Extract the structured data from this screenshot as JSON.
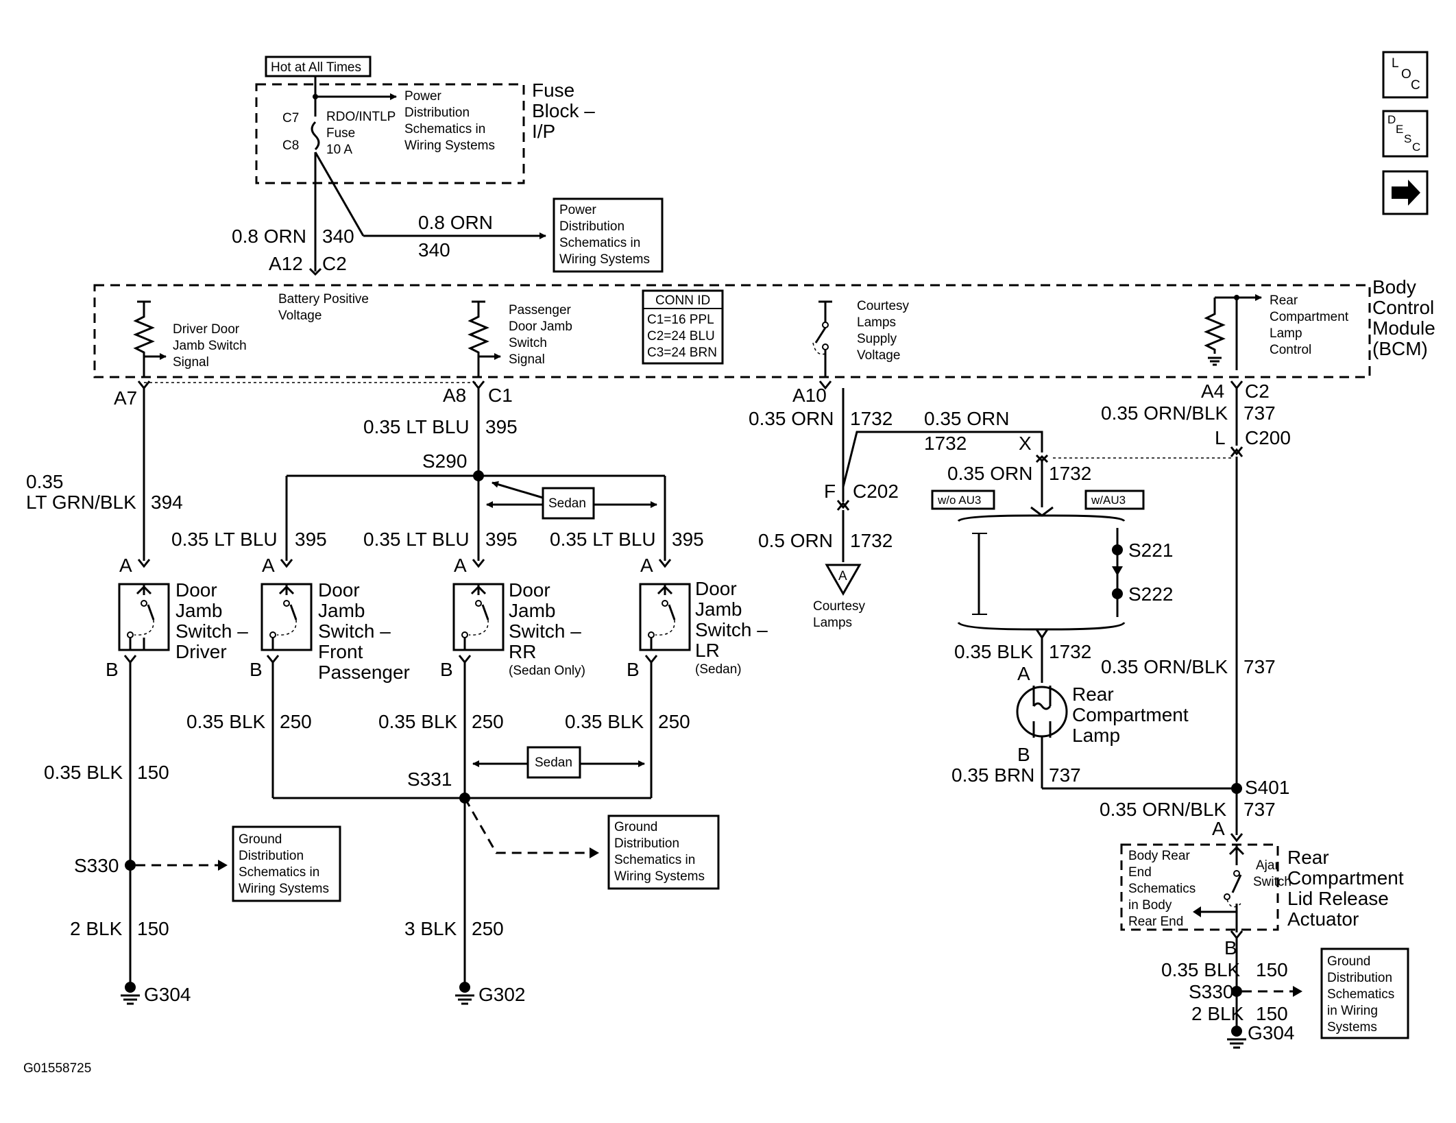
{
  "labels": {
    "hot_at_all_times": "Hot at All Times",
    "fuse_block_1": "Fuse",
    "fuse_block_2": "Block –",
    "fuse_block_3": "I/P",
    "c7": "C7",
    "c8": "C8",
    "fuse_name_1": "RDO/INTLP",
    "fuse_name_2": "Fuse",
    "fuse_name_3": "10 A",
    "power_dist_1": "Power",
    "power_dist_2": "Distribution",
    "power_dist_3": "Schematics in",
    "power_dist_4": "Wiring Systems",
    "wire_08orn": "0.8 ORN",
    "w340": "340",
    "a12": "A12",
    "c2": "C2",
    "battery_pos_1": "Battery Positive",
    "battery_pos_2": "Voltage",
    "driver_sig_1": "Driver Door",
    "driver_sig_2": "Jamb Switch",
    "driver_sig_3": "Signal",
    "pass_sig_1": "Passenger",
    "pass_sig_2": "Door Jamb",
    "pass_sig_3": "Switch",
    "pass_sig_4": "Signal",
    "conn_id": "CONN ID",
    "conn_c1": "C1=16 PPL",
    "conn_c2": "C2=24 BLU",
    "conn_c3": "C3=24 BRN",
    "courtesy_sup_1": "Courtesy",
    "courtesy_sup_2": "Lamps",
    "courtesy_sup_3": "Supply",
    "courtesy_sup_4": "Voltage",
    "rear_ctrl_1": "Rear",
    "rear_ctrl_2": "Compartment",
    "rear_ctrl_3": "Lamp",
    "rear_ctrl_4": "Control",
    "bcm_1": "Body",
    "bcm_2": "Control",
    "bcm_3": "Module",
    "bcm_4": "(BCM)",
    "a7": "A7",
    "a8": "A8",
    "c1": "C1",
    "a10": "A10",
    "a4": "A4",
    "w035ltblu": "0.35 LT BLU",
    "w395": "395",
    "s290": "S290",
    "w035": "0.35",
    "wltgrnblk": "LT GRN/BLK",
    "w394": "394",
    "sedan": "Sedan",
    "w035orn": "0.35 ORN",
    "w1732": "1732",
    "w035ornblk": "0.35 ORN/BLK",
    "w737": "737",
    "x": "X",
    "l": "L",
    "c200": "C200",
    "f": "F",
    "c202": "C202",
    "wo_au3": "w/o AU3",
    "w_au3": "w/AU3",
    "w05orn": "0.5 ORN",
    "s221": "S221",
    "s222": "S222",
    "a_pin": "A",
    "b_pin": "B",
    "courtesy_lamps_1": "Courtesy",
    "courtesy_lamps_2": "Lamps",
    "dj_1": "Door",
    "dj_2": "Jamb",
    "dj_driver_3": "Switch –",
    "dj_driver_4": "Driver",
    "dj_fp_3": "Switch –",
    "dj_fp_4": "Front",
    "dj_fp_5": "Passenger",
    "dj_rr_3": "Switch –",
    "dj_rr_4": "RR",
    "dj_rr_5": "(Sedan Only)",
    "dj_lr_3": "Switch –",
    "dj_lr_4": "LR",
    "dj_lr_5": "(Sedan)",
    "w035blk": "0.35 BLK",
    "w250": "250",
    "w150": "150",
    "s331": "S331",
    "s330": "S330",
    "w2blk": "2 BLK",
    "w3blk": "3 BLK",
    "g304": "G304",
    "g302": "G302",
    "ground_1": "Ground",
    "ground_2": "Distribution",
    "ground_3": "Schematics in",
    "ground_4": "Wiring Systems",
    "ground_r_3": "Schematics",
    "ground_r_4": "in Wiring",
    "ground_r_5": "Systems",
    "rear_lamp_1": "Rear",
    "rear_lamp_2": "Compartment",
    "rear_lamp_3": "Lamp",
    "w035brn": "0.35 BRN",
    "s401": "S401",
    "body_rear_1": "Body Rear",
    "body_rear_2": "End",
    "body_rear_3": "Schematics",
    "body_rear_4": "in Body",
    "body_rear_5": "Rear End",
    "ajar_1": "Ajar",
    "ajar_2": "Switch",
    "actuator_1": "Rear",
    "actuator_2": "Compartment",
    "actuator_3": "Lid Release",
    "actuator_4": "Actuator",
    "nav_loc_1": "L",
    "nav_loc_2": "O",
    "nav_loc_3": "C",
    "nav_desc_1": "D",
    "nav_desc_2": "E",
    "nav_desc_3": "S",
    "nav_desc_4": "C",
    "nav_next": "→",
    "figure_id": "G01558725"
  }
}
